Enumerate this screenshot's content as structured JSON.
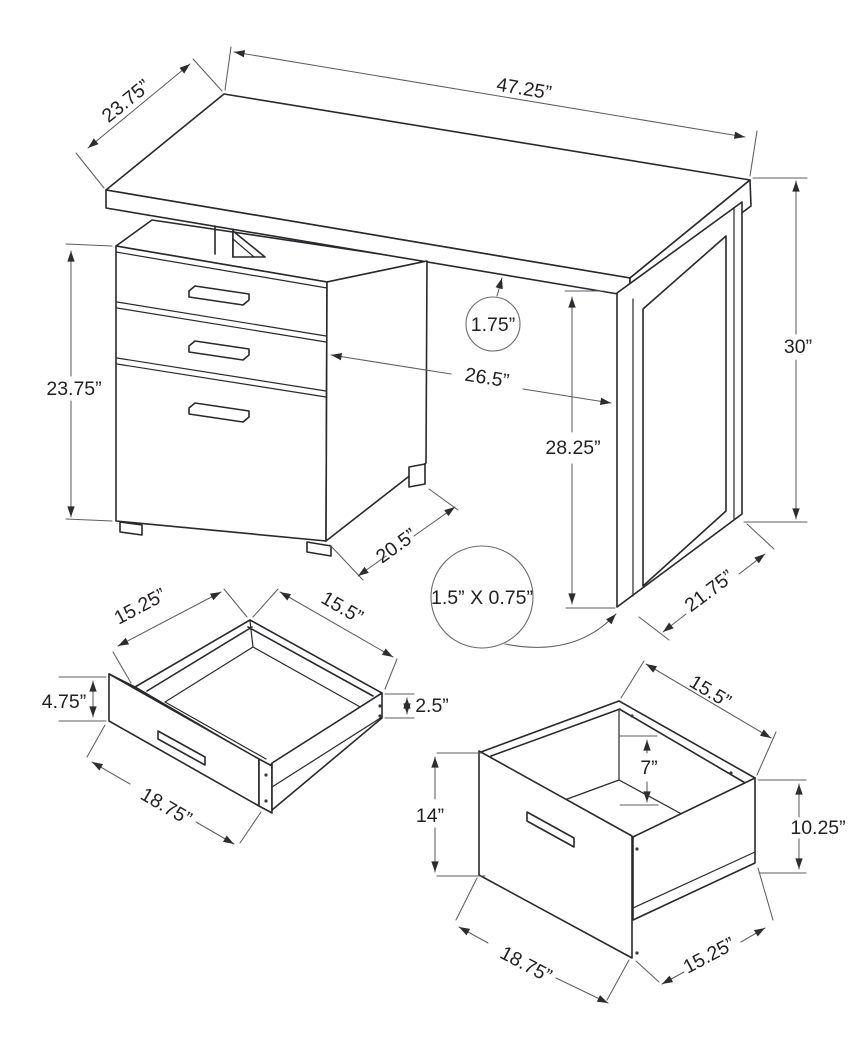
{
  "figure": {
    "background": "#ffffff",
    "line_color": "#27292c",
    "dim_line_color": "#5d5e60",
    "text_color": "#231f20"
  },
  "desk": {
    "width": "47.25”",
    "depth": "23.75”",
    "height": "30”",
    "pedestal_height": "23.75”",
    "pedestal_depth": "20.5”",
    "top_thickness": "1.75”",
    "clearance_width": "26.5”",
    "clearance_height": "28.25”",
    "leg_depth": "21.75”",
    "leg_tube": "1.5” X 0.75”"
  },
  "small_drawer": {
    "top_left": "15.25”",
    "top_right": "15.5”",
    "front_height": "4.75”",
    "side_height": "2.5”",
    "front_width": "18.75”"
  },
  "file_drawer": {
    "top_right": "15.5”",
    "inner_height": "7”",
    "front_height": "14”",
    "side_height": "10.25”",
    "front_width": "18.75”",
    "bottom_right": "15.25”"
  }
}
